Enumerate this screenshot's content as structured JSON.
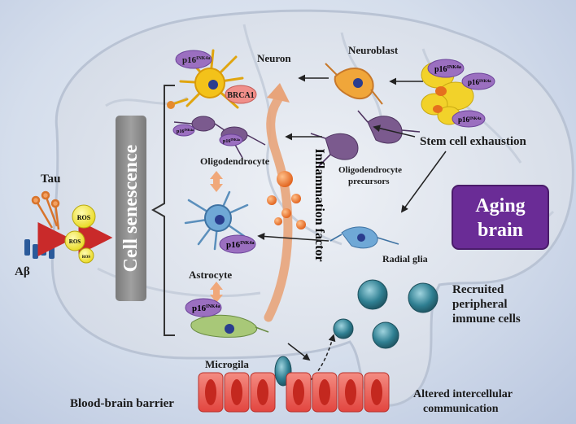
{
  "labels": {
    "neuron": "Neuron",
    "neuroblast": "Neuroblast",
    "oligodendrocyte": "Oligodendrocyte",
    "opc_line1": "Oligodendrocyte",
    "opc_line2": "precursors",
    "stem_cell_exhaustion": "Stem cell exhaustion",
    "aging_brain_line1": "Aging",
    "aging_brain_line2": "brain",
    "radial_glia": "Radial glia",
    "astrocyte": "Astrocyte",
    "microglia": "Microgila",
    "cell_senescence": "Cell senescence",
    "inflammation_factor": "Inflammation factor",
    "tau": "Tau",
    "abeta": "Aβ",
    "ros": "ROS",
    "brca1": "BRCA1",
    "p16_main": "p16",
    "p16_sup": "INK4a",
    "recruited_line1": "Recruited",
    "recruited_line2": "peripheral",
    "recruited_line3": "immune cells",
    "bbb": "Blood-brain barrier",
    "altered_line1": "Altered intercellular",
    "altered_line2": "communication"
  },
  "colors": {
    "aging_box": "#6a2c96",
    "cell_senescence_box": "#8c8c8c",
    "p16_badge": "#9b6fc0",
    "brca1_badge": "#f08f8a",
    "inflammation_arrow": "#e8a47a",
    "inflammation_dots": "#ee7a2e",
    "ros_circle": "#f4e73a",
    "bbb_cells": "#ef5a52",
    "immune_cells": "#2a6a7a",
    "neuron_cell": "#f3c21a",
    "astrocyte_cell": "#6fa8d6",
    "oligodendrocyte_cell": "#7b5a8e",
    "microglia_cell": "#a8c878"
  }
}
